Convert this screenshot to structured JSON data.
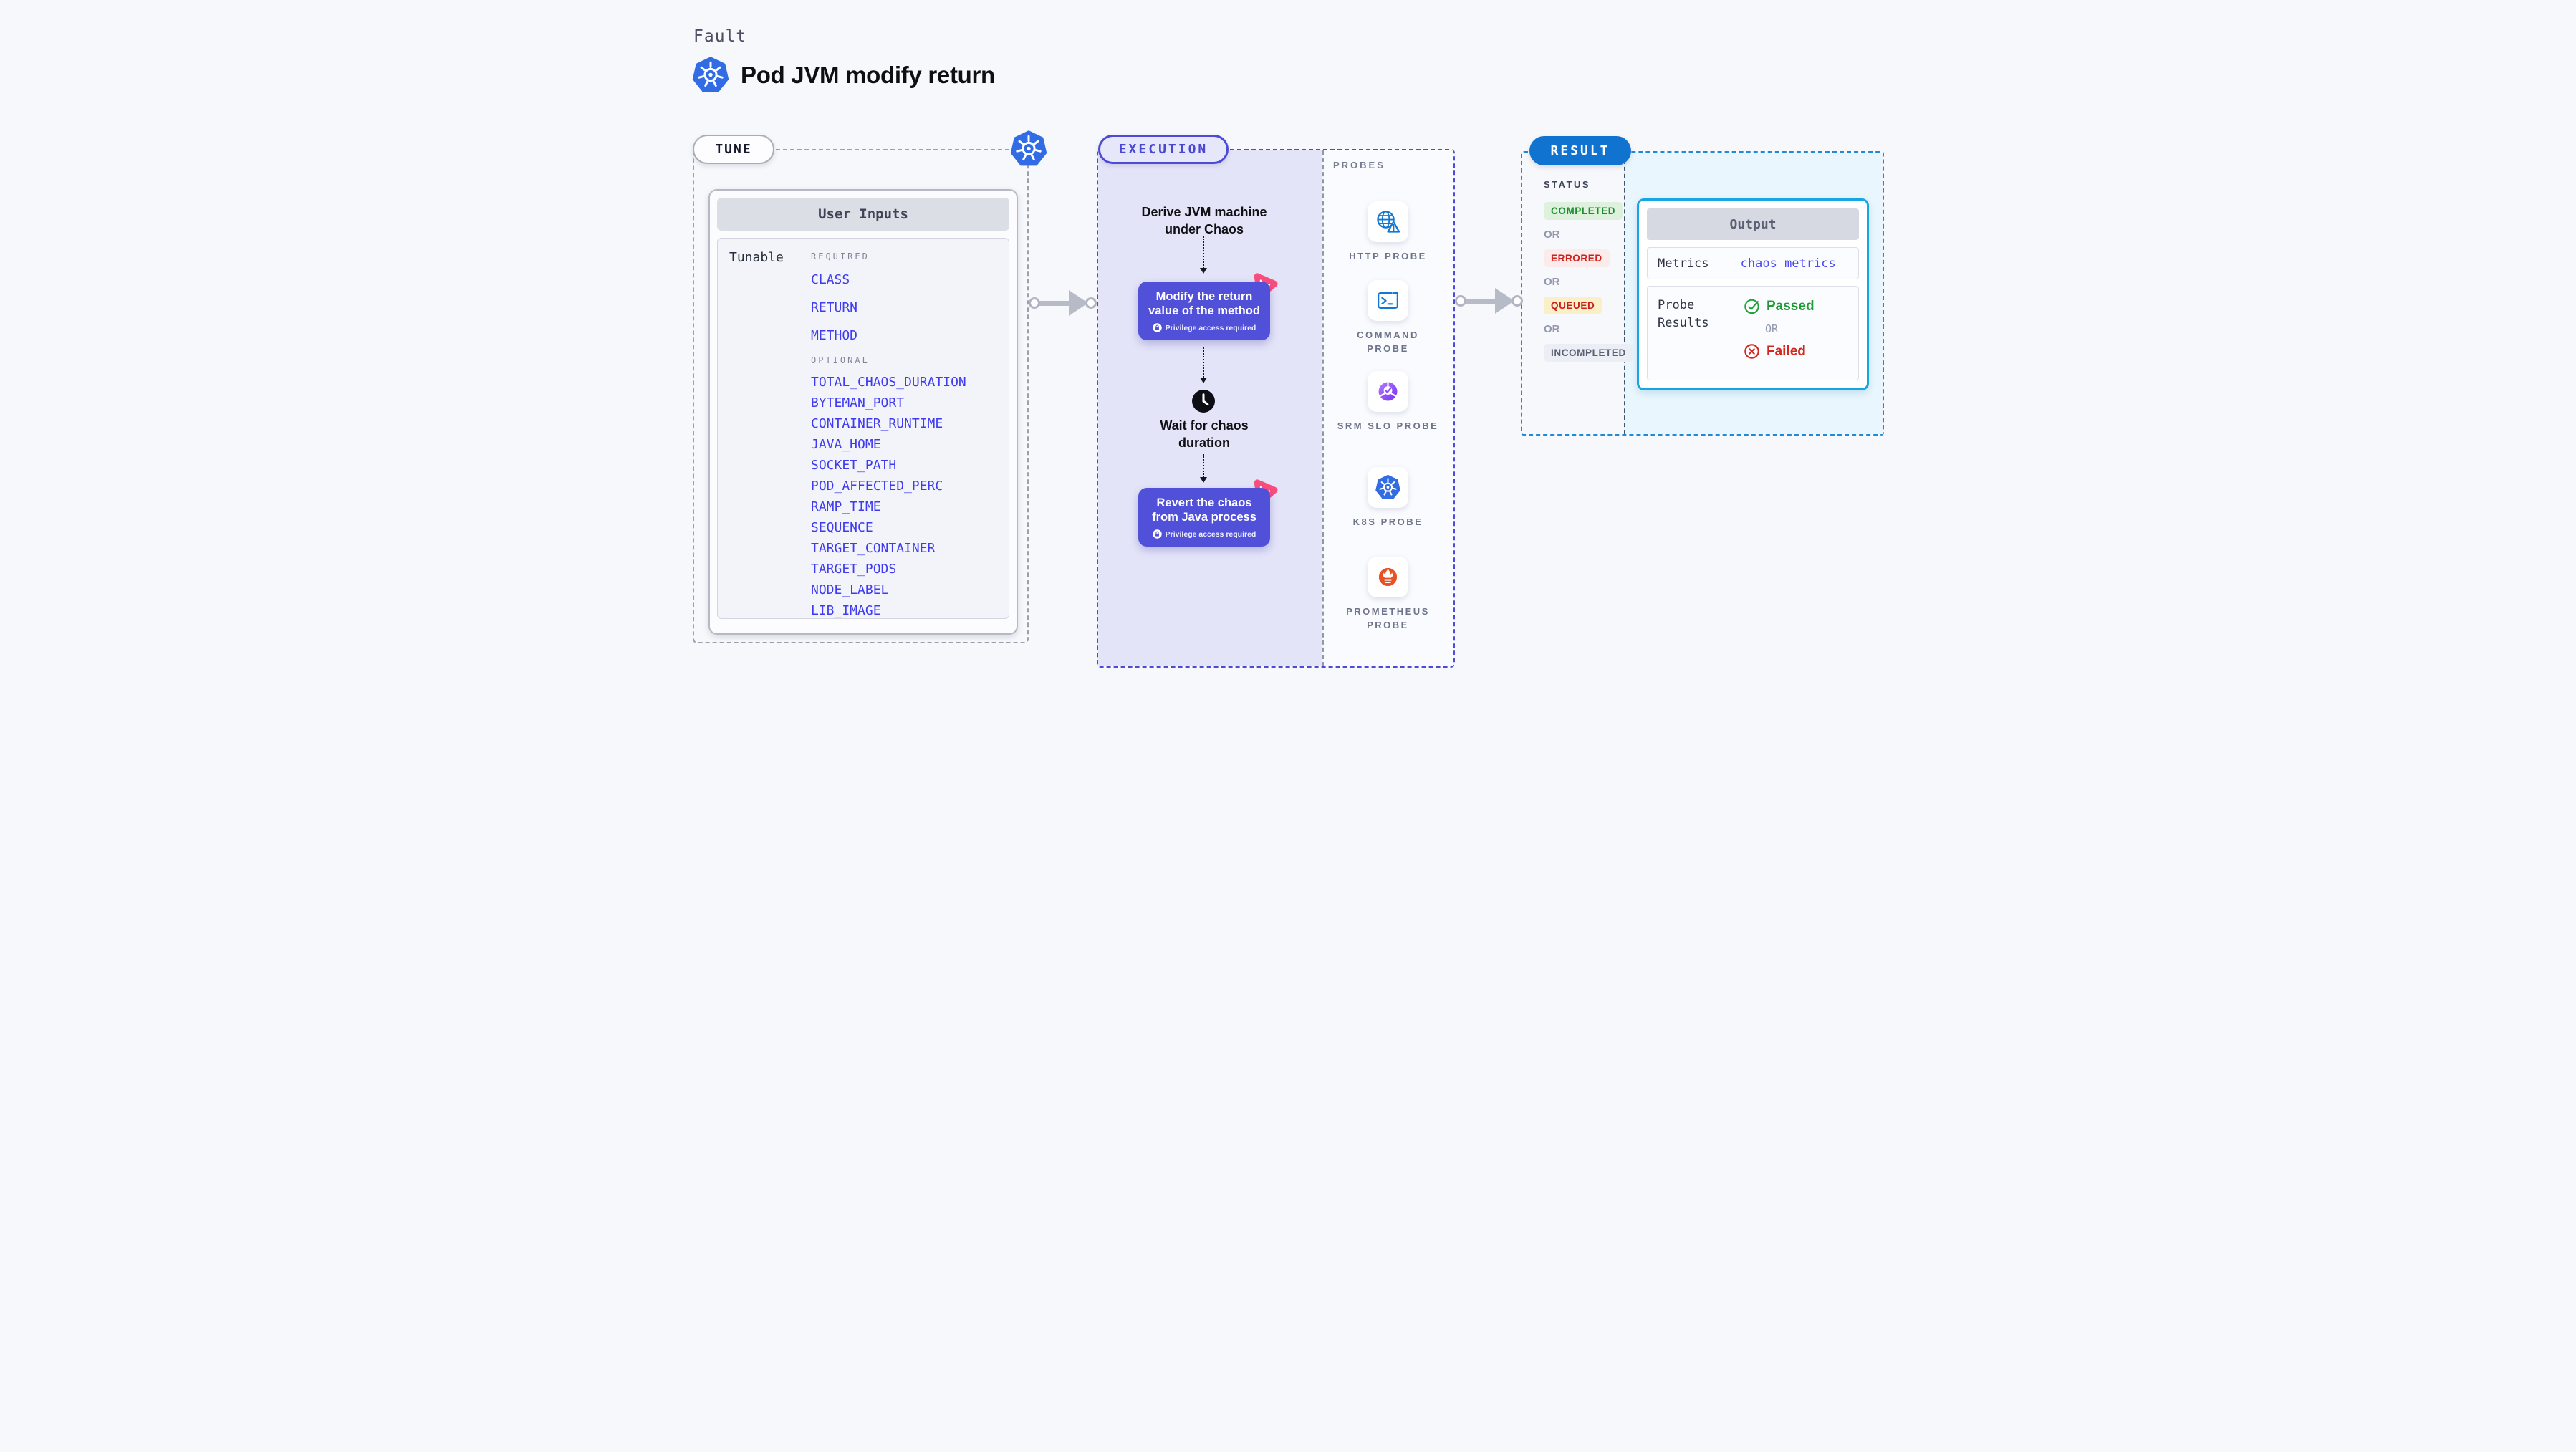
{
  "page": {
    "eyebrow": "Fault",
    "title": "Pod JVM modify return",
    "title_icon": "kubernetes-icon"
  },
  "colors": {
    "accent_indigo": "#4c4ad7",
    "accent_blue_result": "#1173d0",
    "tunable_link": "#3e3bf2",
    "action_box": "#5150d8",
    "chaos_pink": "#fb4d7e",
    "kubernetes_blue": "#326ce5",
    "probe_icon_blue": "#1178d4",
    "prometheus_orange": "#e75225",
    "output_border": "#16a7e2",
    "passed_green": "#1d9b34",
    "failed_red": "#d3271d"
  },
  "tune": {
    "label": "TUNE",
    "card": {
      "header": "User Inputs",
      "row_label": "Tunable",
      "required_label": "REQUIRED",
      "required_items": [
        "CLASS",
        "RETURN",
        "METHOD"
      ],
      "optional_label": "OPTIONAL",
      "optional_items": [
        "TOTAL_CHAOS_DURATION",
        "BYTEMAN_PORT",
        "CONTAINER_RUNTIME",
        "JAVA_HOME",
        "SOCKET_PATH",
        "POD_AFFECTED_PERC",
        "RAMP_TIME",
        "SEQUENCE",
        "TARGET_CONTAINER",
        "TARGET_PODS",
        "NODE_LABEL",
        "LIB_IMAGE"
      ]
    }
  },
  "execution": {
    "label": "EXECUTION",
    "steps": [
      {
        "type": "text",
        "title": "Derive JVM machine under Chaos"
      },
      {
        "type": "action",
        "title": "Modify the return value of the method",
        "badge": "Privilege access required",
        "badge_icon": "lock-icon",
        "corner_icon": "chaos-pink-icon"
      },
      {
        "type": "wait",
        "title": "Wait for chaos duration",
        "icon": "clock-icon"
      },
      {
        "type": "action",
        "title": "Revert the chaos from Java process",
        "badge": "Privilege access required",
        "badge_icon": "lock-icon",
        "corner_icon": "chaos-pink-icon"
      }
    ]
  },
  "probes": {
    "label": "PROBES",
    "items": [
      {
        "name": "HTTP PROBE",
        "icon": "globe-alert-icon"
      },
      {
        "name": "COMMAND PROBE",
        "icon": "terminal-icon"
      },
      {
        "name": "SRM SLO PROBE",
        "icon": "slo-gauge-icon"
      },
      {
        "name": "K8S PROBE",
        "icon": "kubernetes-icon"
      },
      {
        "name": "PROMETHEUS PROBE",
        "icon": "prometheus-flame-icon"
      }
    ]
  },
  "result": {
    "label": "RESULT",
    "status": {
      "label": "STATUS",
      "or_label": "OR",
      "badges": [
        {
          "text": "COMPLETED",
          "bg": "#ddf1dd",
          "color": "#1d8c2f"
        },
        {
          "text": "ERRORED",
          "bg": "#fcebeb",
          "color": "#cc201d"
        },
        {
          "text": "QUEUED",
          "bg": "#faf0c8",
          "color": "#cc201d"
        },
        {
          "text": "INCOMPLETED",
          "bg": "#eceef5",
          "color": "#596074"
        }
      ]
    },
    "output": {
      "header": "Output",
      "metrics_label": "Metrics",
      "metrics_value": "chaos metrics",
      "probe_results_label": "Probe Results",
      "passed": "Passed",
      "or_label": "OR",
      "failed": "Failed",
      "passed_icon": "check-circle-icon",
      "failed_icon": "x-circle-icon"
    }
  }
}
